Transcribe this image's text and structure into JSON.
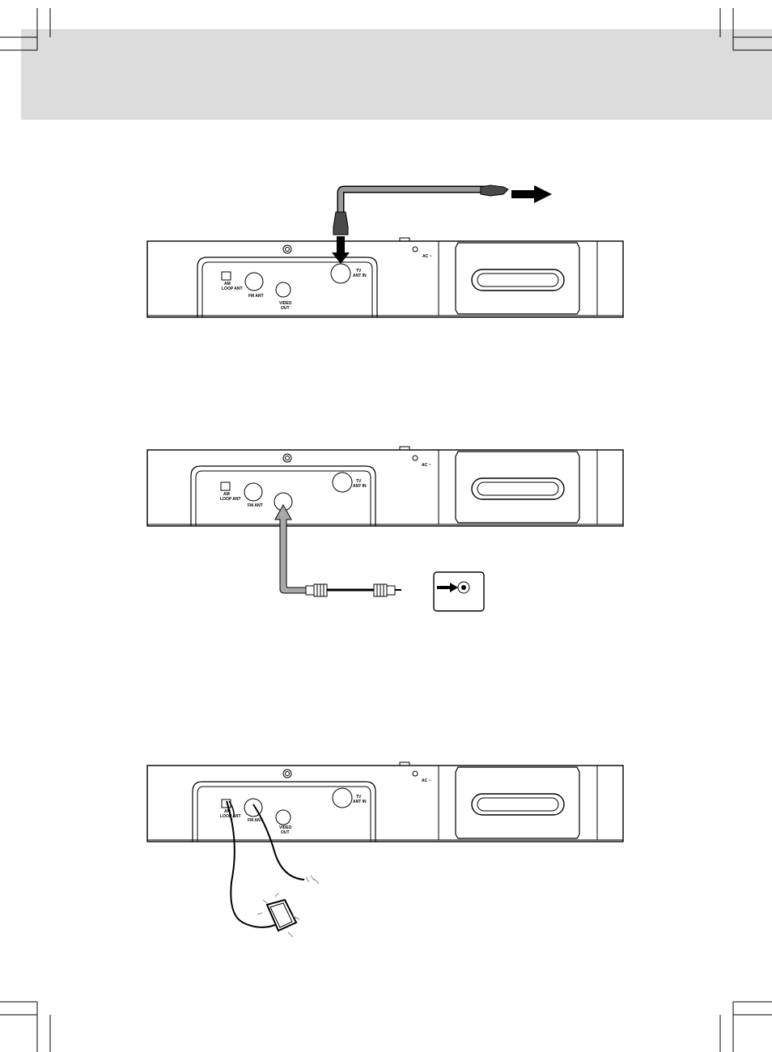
{
  "colors": {
    "header_band": "#dcdcdc",
    "line": "#000000",
    "cable_grey": "#9a9a9a",
    "cable_dark": "#4a4a4a"
  },
  "panel_labels": {
    "am_loop_ant": [
      "AM",
      "LOOP ANT"
    ],
    "fm_ant": "FM ANT",
    "video_out": [
      "VIDEO",
      "OUT"
    ],
    "tv_ant_in": [
      "TV",
      "ANT IN"
    ],
    "ac": "AC ~"
  },
  "icons": [
    "crop-mark-icon",
    "arrow-right-icon",
    "arrow-down-icon",
    "arrow-up-icon",
    "rca-plug-icon",
    "video-jack-icon",
    "fm-wire-antenna-icon",
    "am-loop-antenna-icon"
  ]
}
